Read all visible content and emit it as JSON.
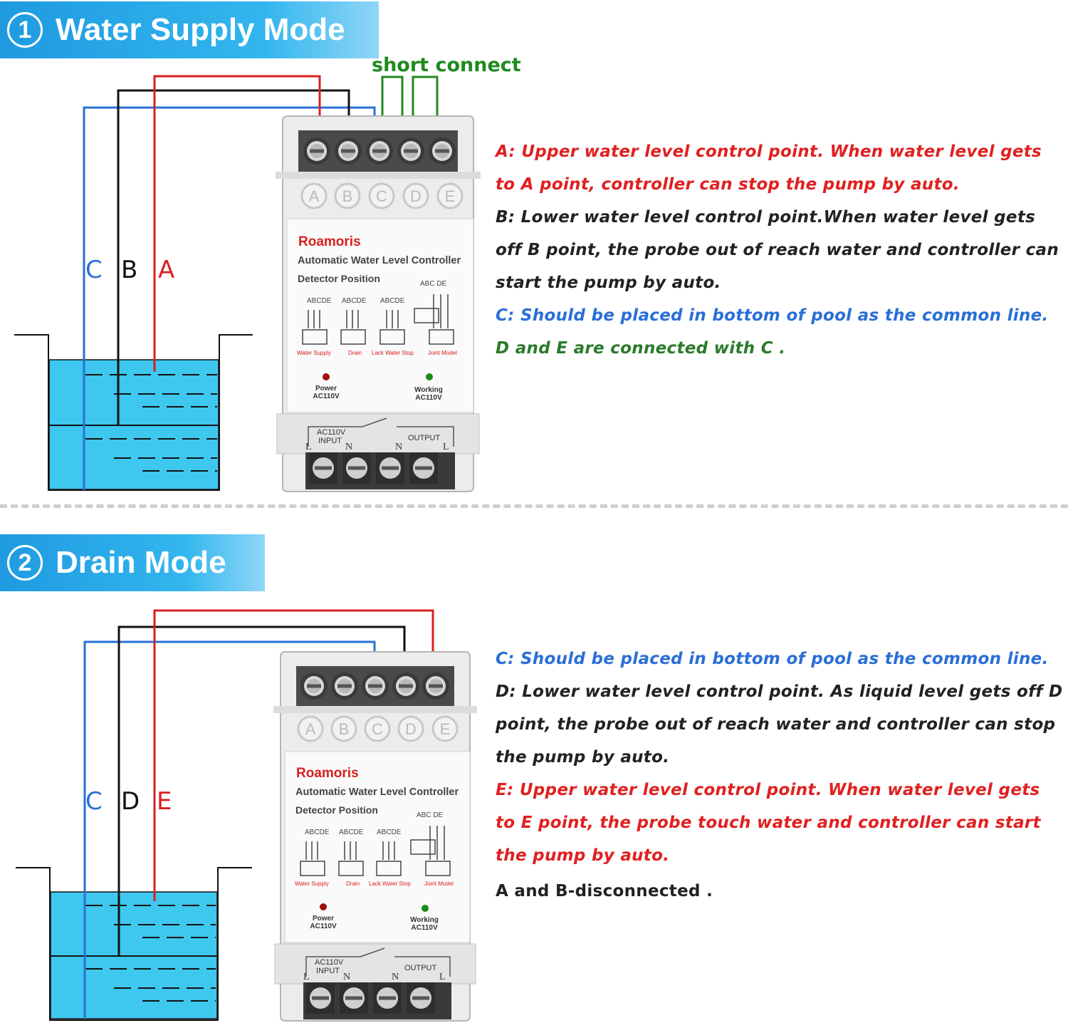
{
  "section1": {
    "number": "1",
    "title": "Water Supply Mode",
    "short_connect": "short connect",
    "wire_labels": [
      "C",
      "B",
      "A"
    ],
    "descriptions": [
      {
        "text": "A:  Upper water level control point. When water level gets to A point, controller can stop the pump by auto.",
        "color": "#e02020"
      },
      {
        "text": "B:  Lower water level control point.When water level gets off B point, the probe out of reach water and controller can start the pump by auto.",
        "color": "#222222"
      },
      {
        "text": "C:  Should be placed in bottom of pool as the common line.",
        "color": "#2a6fd6"
      },
      {
        "text": "D and E are connected with C .",
        "color": "#2a7a2a"
      }
    ]
  },
  "section2": {
    "number": "2",
    "title": "Drain Mode",
    "wire_labels": [
      "C",
      "D",
      "E"
    ],
    "descriptions": [
      {
        "text": "C:  Should be placed in bottom of pool as the common line.",
        "color": "#2a6fd6"
      },
      {
        "text": "D:  Lower water level control point. As liquid level gets off D point, the probe out of reach water and controller can stop the pump by auto.",
        "color": "#222222"
      },
      {
        "text": "E:  Upper water level control point. When water level gets to E point, the probe touch water and controller can start the pump by auto.",
        "color": "#e02020"
      },
      {
        "text": "A and B-disconnected .",
        "color": "#222222"
      }
    ]
  },
  "device": {
    "brand": "Roamoris",
    "model": "Automatic Water Level Controller",
    "detector_label": "Detector Position",
    "terminals": [
      "A",
      "B",
      "C",
      "D",
      "E"
    ],
    "group_labels": [
      "ABCDE",
      "ABCDE",
      "ABCDE",
      "ABC  DE"
    ],
    "modes": [
      "Water Supply",
      "Drain",
      "Lack Water Stop",
      "Joint Model"
    ],
    "power_label": "Power",
    "power_voltage": "AC110V",
    "working_label": "Working",
    "working_voltage": "AC110V",
    "input_voltage": "AC110V",
    "input_label": "INPUT",
    "output_label": "OUTPUT",
    "pins": [
      "L",
      "N",
      "N",
      "L"
    ]
  },
  "colors": {
    "wire_a_e": "#d82020",
    "wire_b_d": "#111111",
    "wire_c": "#2a6fd6",
    "short": "#1f8a1f",
    "water": "#3ec8ef"
  }
}
